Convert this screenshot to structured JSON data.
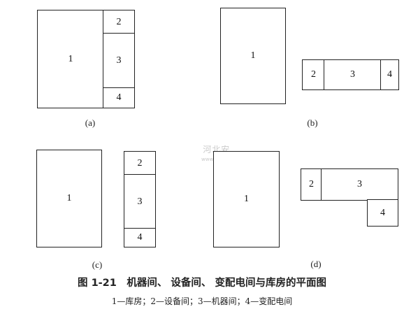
{
  "diagrams": {
    "a": {
      "label": "(a)",
      "rooms": [
        "1",
        "2",
        "3",
        "4"
      ]
    },
    "b": {
      "label": "(b)",
      "rooms": [
        "1",
        "2",
        "3",
        "4"
      ]
    },
    "c": {
      "label": "(c)",
      "rooms": [
        "1",
        "2",
        "3",
        "4"
      ]
    },
    "d": {
      "label": "(d)",
      "rooms": [
        "1",
        "2",
        "3",
        "4"
      ]
    }
  },
  "watermark": {
    "text": "河北安",
    "url": "www.cbt.net"
  },
  "caption": "图 1-21　机器间、 设备间、 变配电间与库房的平面图",
  "legend": "1—库房；2—设备间；3—机器间；4—变配电间"
}
